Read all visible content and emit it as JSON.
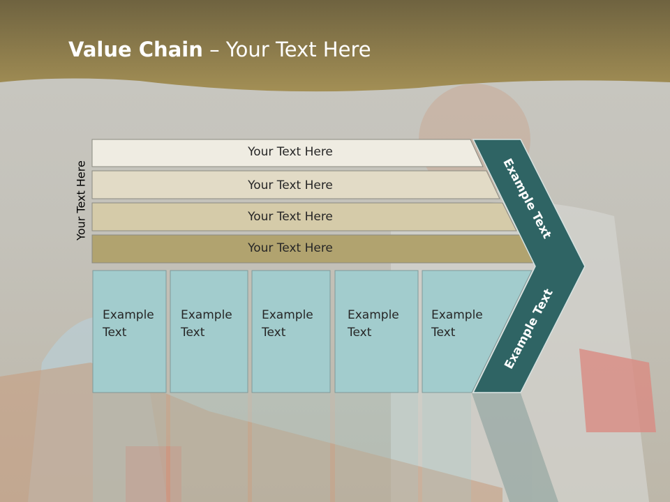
{
  "title": {
    "bold": "Value Chain",
    "rest": " – Your Text Here"
  },
  "side_label": "Your Text Here",
  "bars": [
    "Your Text Here",
    "Your Text Here",
    "Your Text Here",
    "Your Text Here"
  ],
  "boxes": [
    {
      "line1": "Example",
      "line2": "Text"
    },
    {
      "line1": "Example",
      "line2": "Text"
    },
    {
      "line1": "Example",
      "line2": "Text"
    },
    {
      "line1": "Example",
      "line2": "Text"
    },
    {
      "line1": "Example",
      "line2": "Text"
    }
  ],
  "arrow": {
    "upper": "Example Text",
    "lower": "Example Text"
  },
  "colors": {
    "header": "#8f7f46",
    "arrow": "#2f6464",
    "box": "#a2cccd",
    "bar1": "#efece2",
    "bar2": "#e2dbc6",
    "bar3": "#d5cba9",
    "bar4": "#b1a36f"
  }
}
